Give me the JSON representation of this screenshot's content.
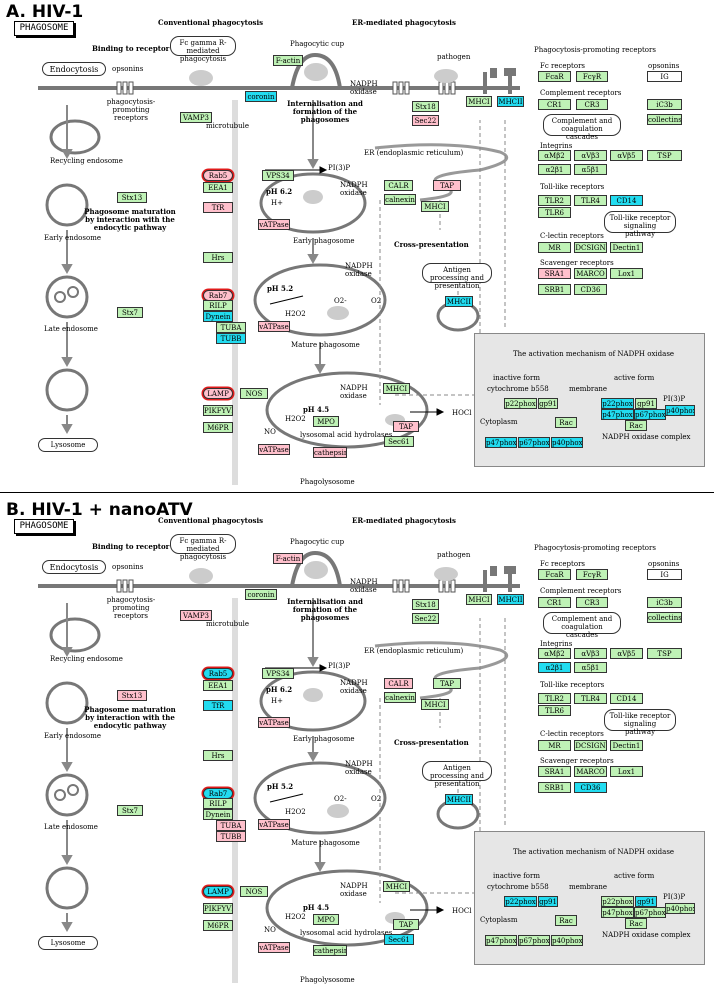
{
  "panels": [
    {
      "title": "A. HIV-1",
      "boxes": {
        "fcgr_a": "FcaR",
        "fcgr_b": "FcγR",
        "ig": "IG",
        "cr1": "CR1",
        "cr3": "CR3",
        "ic3b": "iC3b",
        "collectins": "collectins",
        "amb2": "αMβ2",
        "avb3": "αVβ3",
        "avb5": "αVβ5",
        "tsp": "TSP",
        "a2b1": "α2β1",
        "a5b1": "α5β1",
        "tlr2": "TLR2",
        "tlr4": "TLR4",
        "cd14": "CD14",
        "tlr6": "TLR6",
        "mr": "MR",
        "dcsign": "DCSIGN",
        "dectin1": "Dectin1",
        "sra1": "SRA1",
        "marco": "MARCO",
        "lox1": "Lox1",
        "srb1": "SRB1",
        "cd36": "CD36",
        "factin": "F-actin",
        "coronin": "coronin",
        "vamp3": "VAMP3",
        "stx18": "Stx18",
        "sec22": "Sec22",
        "mhci_top": "MHCI",
        "mhcii_top": "MHCII",
        "rab5": "Rab5",
        "eea1": "EEA1",
        "tfr": "TfR",
        "vps34": "VPS34",
        "vatpase1": "vATPase",
        "stx13": "Stx13",
        "hrs": "Hrs",
        "calr": "CALR",
        "tap1": "TAP",
        "calnexin": "calnexin",
        "mhci_er": "MHCI",
        "rab7": "Rab7",
        "rilp": "RILP",
        "dynein": "Dynein",
        "tuba": "TUBA",
        "tubb": "TUBB",
        "vatpase2": "vATPase",
        "stx7": "Stx7",
        "mhcii_mid": "MHCII",
        "lamp": "LAMP",
        "nos": "NOS",
        "pikfyve": "PIKFYVE",
        "m6pr": "M6PR",
        "mhci_low": "MHCI",
        "mpo": "MPO",
        "tap2": "TAP",
        "sec61": "Sec61",
        "vatpase3": "vATPase",
        "cathepsin": "cathepsin",
        "p22phox_i": "p22phox",
        "gp91_i": "gp91",
        "rac_i": "Rac",
        "p47_i": "p47phox",
        "p67_i": "p67phox",
        "p40_i": "p40phox",
        "p22phox_a": "p22phox",
        "gp91_a": "gp91",
        "p47_a": "p47phox",
        "p67_a": "p67phox",
        "p40_a": "p40phox",
        "rac_a": "Rac"
      },
      "colors": {
        "fcgr_a": "g",
        "fcgr_b": "g",
        "ig": "w",
        "cr1": "g",
        "cr3": "g",
        "ic3b": "g",
        "collectins": "g",
        "amb2": "g",
        "avb3": "g",
        "avb5": "g",
        "tsp": "g",
        "a2b1": "g",
        "a5b1": "g",
        "tlr2": "g",
        "tlr4": "g",
        "cd14": "c",
        "tlr6": "g",
        "mr": "g",
        "dcsign": "g",
        "dectin1": "g",
        "sra1": "p",
        "marco": "g",
        "lox1": "g",
        "srb1": "g",
        "cd36": "g",
        "factin": "g",
        "coronin": "c",
        "vamp3": "g",
        "stx18": "g",
        "sec22": "p",
        "mhci_top": "g",
        "mhcii_top": "c",
        "rab5": "p",
        "eea1": "g",
        "tfr": "p",
        "vps34": "g",
        "vatpase1": "p",
        "stx13": "g",
        "hrs": "g",
        "calr": "g",
        "tap1": "p",
        "calnexin": "g",
        "mhci_er": "g",
        "rab7": "p",
        "rilp": "g",
        "dynein": "c",
        "tuba": "g",
        "tubb": "c",
        "vatpase2": "p",
        "stx7": "g",
        "mhcii_mid": "c",
        "lamp": "p",
        "nos": "g",
        "pikfyve": "g",
        "m6pr": "g",
        "mhci_low": "g",
        "mpo": "g",
        "tap2": "p",
        "sec61": "g",
        "vatpase3": "p",
        "cathepsin": "p",
        "p22phox_i": "g",
        "gp91_i": "g",
        "rac_i": "g",
        "p47_i": "c",
        "p67_i": "c",
        "p40_i": "c",
        "p22phox_a": "c",
        "gp91_a": "g",
        "p47_a": "c",
        "p67_a": "c",
        "p40_a": "c",
        "rac_a": "g"
      }
    },
    {
      "title": "B. HIV-1 + nanoATV",
      "boxes": {
        "fcgr_a": "FcaR",
        "fcgr_b": "FcγR",
        "ig": "IG",
        "cr1": "CR1",
        "cr3": "CR3",
        "ic3b": "iC3b",
        "collectins": "collectins",
        "amb2": "αMβ2",
        "avb3": "αVβ3",
        "avb5": "αVβ5",
        "tsp": "TSP",
        "a2b1": "α2β1",
        "a5b1": "α5β1",
        "tlr2": "TLR2",
        "tlr4": "TLR4",
        "cd14": "CD14",
        "tlr6": "TLR6",
        "mr": "MR",
        "dcsign": "DCSIGN",
        "dectin1": "Dectin1",
        "sra1": "SRA1",
        "marco": "MARCO",
        "lox1": "Lox1",
        "srb1": "SRB1",
        "cd36": "CD36",
        "factin": "F-actin",
        "coronin": "coronin",
        "vamp3": "VAMP3",
        "stx18": "Stx18",
        "sec22": "Sec22",
        "mhci_top": "MHCI",
        "mhcii_top": "MHCII",
        "rab5": "Rab5",
        "eea1": "EEA1",
        "tfr": "TfR",
        "vps34": "VPS34",
        "vatpase1": "vATPase",
        "stx13": "Stx13",
        "hrs": "Hrs",
        "calr": "CALR",
        "tap1": "TAP",
        "calnexin": "calnexin",
        "mhci_er": "MHCI",
        "rab7": "Rab7",
        "rilp": "RILP",
        "dynein": "Dynein",
        "tuba": "TUBA",
        "tubb": "TUBB",
        "vatpase2": "vATPase",
        "stx7": "Stx7",
        "mhcii_mid": "MHCII",
        "lamp": "LAMP",
        "nos": "NOS",
        "pikfyve": "PIKFYVE",
        "m6pr": "M6PR",
        "mhci_low": "MHCI",
        "mpo": "MPO",
        "tap2": "TAP",
        "sec61": "Sec61",
        "vatpase3": "vATPase",
        "cathepsin": "cathepsin",
        "p22phox_i": "p22phox",
        "gp91_i": "gp91",
        "rac_i": "Rac",
        "p47_i": "p47phox",
        "p67_i": "p67phox",
        "p40_i": "p40phox",
        "p22phox_a": "p22phox",
        "gp91_a": "gp91",
        "p47_a": "p47phox",
        "p67_a": "p67phox",
        "p40_a": "p40phox",
        "rac_a": "Rac"
      },
      "colors": {
        "fcgr_a": "g",
        "fcgr_b": "g",
        "ig": "w",
        "cr1": "g",
        "cr3": "g",
        "ic3b": "g",
        "collectins": "g",
        "amb2": "g",
        "avb3": "g",
        "avb5": "g",
        "tsp": "g",
        "a2b1": "c",
        "a5b1": "g",
        "tlr2": "g",
        "tlr4": "g",
        "cd14": "g",
        "tlr6": "g",
        "mr": "g",
        "dcsign": "g",
        "dectin1": "g",
        "sra1": "g",
        "marco": "g",
        "lox1": "g",
        "srb1": "g",
        "cd36": "c",
        "factin": "p",
        "coronin": "g",
        "vamp3": "p",
        "stx18": "g",
        "sec22": "g",
        "mhci_top": "g",
        "mhcii_top": "c",
        "rab5": "c",
        "eea1": "g",
        "tfr": "c",
        "vps34": "g",
        "vatpase1": "p",
        "stx13": "p",
        "hrs": "g",
        "calr": "p",
        "tap1": "g",
        "calnexin": "g",
        "mhci_er": "g",
        "rab7": "c",
        "rilp": "g",
        "dynein": "g",
        "tuba": "p",
        "tubb": "p",
        "vatpase2": "p",
        "stx7": "g",
        "mhcii_mid": "c",
        "lamp": "c",
        "nos": "g",
        "pikfyve": "g",
        "m6pr": "g",
        "mhci_low": "g",
        "mpo": "g",
        "tap2": "g",
        "sec61": "c",
        "vatpase3": "p",
        "cathepsin": "g",
        "p22phox_i": "c",
        "gp91_i": "c",
        "rac_i": "g",
        "p47_i": "g",
        "p67_i": "g",
        "p40_i": "g",
        "p22phox_a": "g",
        "gp91_a": "c",
        "p47_a": "g",
        "p67_a": "g",
        "p40_a": "g",
        "rac_a": "g"
      }
    }
  ],
  "labels": {
    "phagosome": "PHAGOSOME",
    "conv": "Conventional phagocytosis",
    "er_med": "ER-mediated phagocytosis",
    "fc_gamma": "Fc gamma R-mediated phagocytosis",
    "binding": "Binding to receptor",
    "endocytosis": "Endocytosis",
    "opsonins": "opsonins",
    "pp_receptors": "phagocytosis-promoting receptors",
    "recycling": "Recycling endosome",
    "phag_cup": "Phagocytic cup",
    "pathogen": "pathogen",
    "nadph": "NADPH oxidase",
    "internal": "Internalisation and formation of the phagosomes",
    "microtubule": "microtubule",
    "er": "ER (endoplasmic reticulum)",
    "pi3p": "PI(3)P",
    "ph62": "pH 6.2",
    "hplus": "H+",
    "early_phag": "Early phagosome",
    "maturation": "Phagosome maturation by interaction with the endocytic pathway",
    "early_endo": "Early endosome",
    "cross": "Cross-presentation",
    "antigen": "Antigen processing and presentation",
    "ph52": "pH 5.2",
    "o2minus": "O2-",
    "o2": "O2",
    "h2o2": "H2O2",
    "late_endo": "Late endosome",
    "mature_phag": "Mature phagosome",
    "ph45": "pH 4.5",
    "hocl": "HOCl",
    "no": "NO",
    "lyso_hyd": "lysosomal acid hydrolases",
    "lysosome": "Lysosome",
    "phagolysosome": "Phagolysosome",
    "ppr_title": "Phagocytosis-promoting receptors",
    "opsonins_r": "opsonins",
    "fc_receptors": "Fc receptors",
    "complement_receptors": "Complement receptors",
    "complement_cascades": "Complement and coagulation cascades",
    "integrins": "Integrins",
    "tlr": "Toll-like receptors",
    "tlr_path": "Toll-like receptor signaling pathway",
    "clectin": "C-lectin receptors",
    "scavenger": "Scavenger receptors",
    "nadph_title": "The activation mechanism of NADPH oxidase",
    "inactive": "inactive form",
    "cytb558": "cytochrome b558",
    "membrane": "membrane",
    "active": "active form",
    "cytoplasm": "Cytoplasm",
    "complex": "NADPH oxidase complex"
  }
}
